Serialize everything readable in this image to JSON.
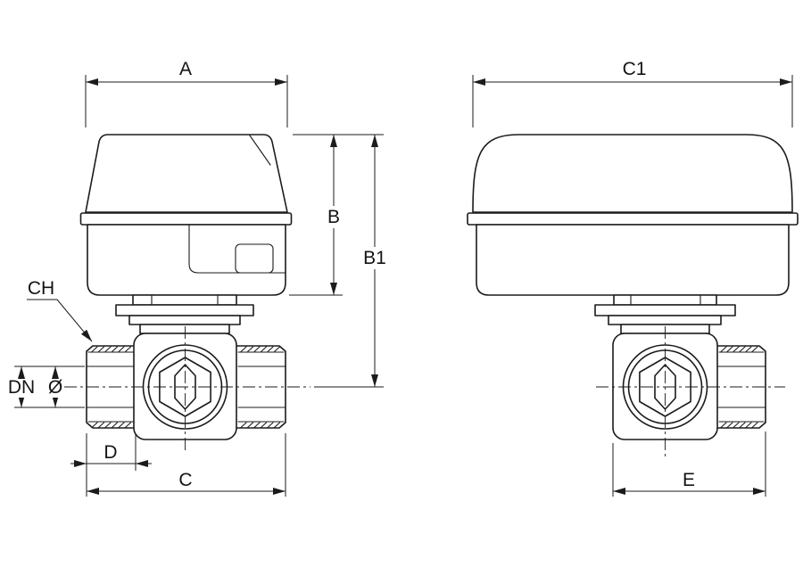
{
  "labels": {
    "a": "A",
    "b": "B",
    "b1": "B1",
    "c": "C",
    "c1": "C1",
    "ch": "CH",
    "d": "D",
    "dn": "DN",
    "diameter": "Ø",
    "e": "E"
  },
  "colors": {
    "line": "#1b1b1b",
    "background": "#ffffff"
  }
}
